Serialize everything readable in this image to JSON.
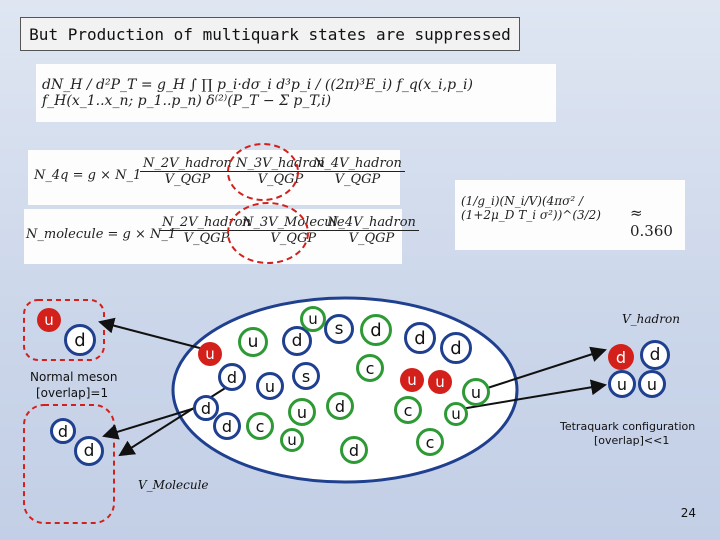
{
  "title": "But Production of multiquark states are suppressed",
  "equations": {
    "dist": "dN_H / d²P_T = g_H ∫ ∏ p_i·dσ_i d³p_i / ((2π)³E_i) f_q(x_i,p_i) f_H(x_1..x_n; p_1..p_n) δ⁽²⁾(P_T − Σ p_T,i)",
    "n4q_lhs": "N_4q = g × N_1",
    "nmol_lhs": "N_molecule = g × N_1",
    "n2": "N_2V_hadron",
    "v1": "V_QGP",
    "n3": "N_3V_hadron",
    "v2": "V_QGP",
    "n4": "N_4V_hadron",
    "v3": "V_QGP",
    "n2b": "N_2V_hadron",
    "v4": "V_QGP",
    "n3b": "N_3V_Molecule",
    "v5": "V_QGP",
    "n4b": "N_4V_hadron",
    "v6": "V_QGP",
    "factor": "(1/g_i)(N_i/V)(4πσ² / (1+2μ_D T_i σ²))^(3/2)",
    "approx": "≈ 0.360"
  },
  "labels": {
    "normal_meson": "Normal meson",
    "overlap1": "[overlap]=1",
    "tetra": "Tetraquark configuration",
    "overlap2": "[overlap]<<1",
    "v_hadron": "V_hadron",
    "v_molecule": "V_Molecule",
    "page": "24"
  },
  "quarks": [
    "u",
    "d",
    "d",
    "d",
    "u",
    "d",
    "u",
    "u",
    "d",
    "s",
    "d",
    "d",
    "d",
    "c",
    "s",
    "u",
    "u",
    "d",
    "c",
    "u",
    "d",
    "d",
    "c",
    "u",
    "u",
    "d",
    "c",
    "u",
    "u",
    "d",
    "d",
    "u"
  ]
}
